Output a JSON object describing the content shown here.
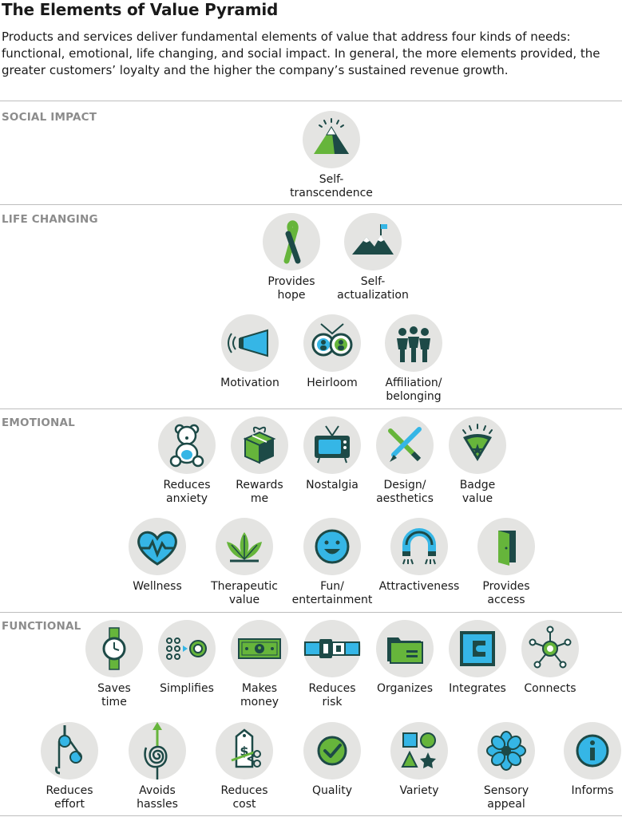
{
  "title": "The Elements of Value Pyramid",
  "subtitle": "Products and services deliver fundamental elements of value that address four kinds of needs: functional, emotional, life changing, and social impact. In general, the more elements provided, the greater customers’ loyalty and the higher the company’s sustained revenue growth.",
  "colors": {
    "dark": "#1d4a47",
    "green": "#66b53b",
    "blue": "#35b6e6",
    "circle": "#e4e4e2"
  },
  "sections": {
    "social_impact": {
      "label": "SOCIAL IMPACT",
      "items": [
        {
          "label": "Self-\ntranscendence",
          "icon": "pyramid-icon"
        }
      ]
    },
    "life_changing": {
      "label": "LIFE CHANGING",
      "items": [
        {
          "label": "Provides\nhope",
          "icon": "ribbon-icon"
        },
        {
          "label": "Self-\nactualization",
          "icon": "mountain-flag-icon"
        },
        {
          "label": "Motivation",
          "icon": "megaphone-icon"
        },
        {
          "label": "Heirloom",
          "icon": "locket-icon"
        },
        {
          "label": "Affiliation/\nbelonging",
          "icon": "group-icon"
        }
      ]
    },
    "emotional": {
      "label": "EMOTIONAL",
      "items": [
        {
          "label": "Reduces\nanxiety",
          "icon": "teddy-bear-icon"
        },
        {
          "label": "Rewards\nme",
          "icon": "gift-icon"
        },
        {
          "label": "Nostalgia",
          "icon": "tv-icon"
        },
        {
          "label": "Design/\naesthetics",
          "icon": "pencil-brush-icon"
        },
        {
          "label": "Badge\nvalue",
          "icon": "badge-icon"
        },
        {
          "label": "Wellness",
          "icon": "heart-pulse-icon"
        },
        {
          "label": "Therapeutic\nvalue",
          "icon": "plant-icon"
        },
        {
          "label": "Fun/\nentertainment",
          "icon": "smiley-icon"
        },
        {
          "label": "Attractiveness",
          "icon": "magnet-icon"
        },
        {
          "label": "Provides\naccess",
          "icon": "door-icon"
        }
      ]
    },
    "functional": {
      "label": "FUNCTIONAL",
      "items": [
        {
          "label": "Saves\ntime",
          "icon": "watch-icon"
        },
        {
          "label": "Simplifies",
          "icon": "dots-target-icon"
        },
        {
          "label": "Makes\nmoney",
          "icon": "banknote-icon"
        },
        {
          "label": "Reduces\nrisk",
          "icon": "seatbelt-icon"
        },
        {
          "label": "Organizes",
          "icon": "folder-icon"
        },
        {
          "label": "Integrates",
          "icon": "puzzle-icon"
        },
        {
          "label": "Connects",
          "icon": "network-icon"
        },
        {
          "label": "Reduces\neffort",
          "icon": "pulley-icon"
        },
        {
          "label": "Avoids\nhassles",
          "icon": "spiral-arrow-icon"
        },
        {
          "label": "Reduces\ncost",
          "icon": "price-tag-scissors-icon"
        },
        {
          "label": "Quality",
          "icon": "checkmark-icon"
        },
        {
          "label": "Variety",
          "icon": "shapes-icon"
        },
        {
          "label": "Sensory\nappeal",
          "icon": "flower-icon"
        },
        {
          "label": "Informs",
          "icon": "info-icon"
        }
      ]
    }
  }
}
